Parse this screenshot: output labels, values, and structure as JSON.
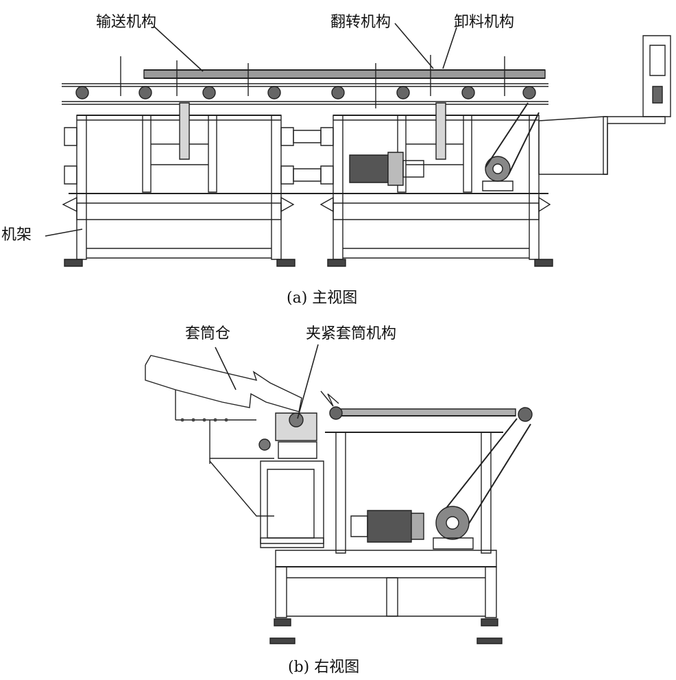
{
  "figure_a": {
    "labels": {
      "conveying": "输送机构",
      "flipping": "翻转机构",
      "unloading": "卸料机构",
      "frame": "机架"
    },
    "caption": "(a) 主视图"
  },
  "figure_b": {
    "labels": {
      "sleeve_bin": "套筒仓",
      "clamping": "夹紧套筒机构"
    },
    "caption": "(b) 右视图"
  },
  "colors": {
    "line": "#222222",
    "background": "#ffffff"
  }
}
